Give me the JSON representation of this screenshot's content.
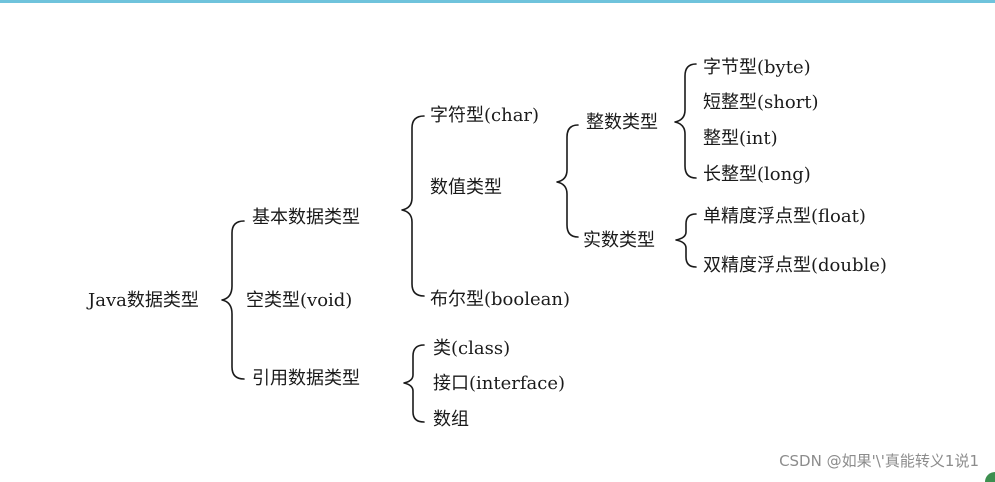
{
  "diagram": {
    "root": "Java数据类型",
    "level1": {
      "primitive": "基本数据类型",
      "void": "空类型(void)",
      "reference": "引用数据类型"
    },
    "primitive": {
      "char": "字符型(char)",
      "numeric": "数值类型",
      "boolean": "布尔型(boolean)"
    },
    "numeric": {
      "integer": "整数类型",
      "real": "实数类型"
    },
    "integer": {
      "byte": "字节型(byte)",
      "short": "短整型(short)",
      "int": "整型(int)",
      "long": "长整型(long)"
    },
    "real": {
      "float": "单精度浮点型(float)",
      "double": "双精度浮点型(double)"
    },
    "reference": {
      "class": "类(class)",
      "interface": "接口(interface)",
      "array": "数组"
    }
  },
  "watermark": "CSDN @如果'\\'真能转义1说1"
}
